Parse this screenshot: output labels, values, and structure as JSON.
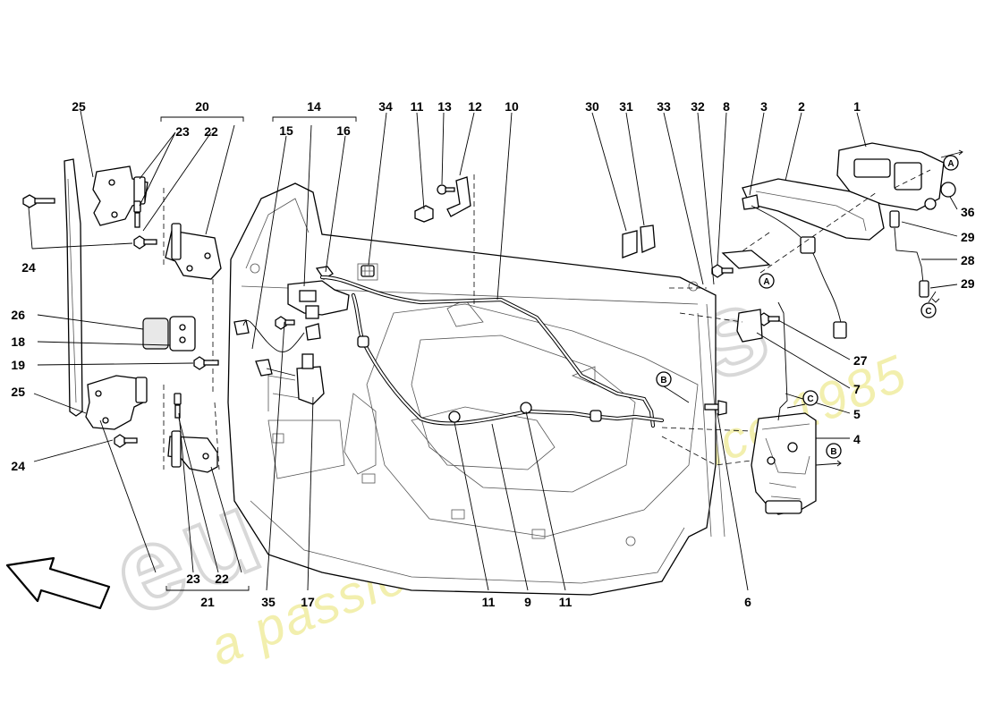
{
  "watermark": {
    "brand": "eurospares",
    "tagline": "a passion for parts since 1985"
  },
  "groups": [
    {
      "id": "g20",
      "label": "20"
    },
    {
      "id": "g14",
      "label": "14"
    },
    {
      "id": "g21",
      "label": "21"
    }
  ],
  "callouts": [
    "25",
    "23",
    "22",
    "24",
    "26",
    "18",
    "19",
    "25",
    "24",
    "15",
    "16",
    "34",
    "11",
    "13",
    "12",
    "10",
    "30",
    "31",
    "33",
    "32",
    "8",
    "3",
    "2",
    "1",
    "36",
    "29",
    "28",
    "29",
    "27",
    "7",
    "5",
    "4",
    "6",
    "23",
    "22",
    "35",
    "17",
    "11",
    "9",
    "11"
  ],
  "refs": [
    "A",
    "A",
    "B",
    "B",
    "C",
    "C"
  ]
}
